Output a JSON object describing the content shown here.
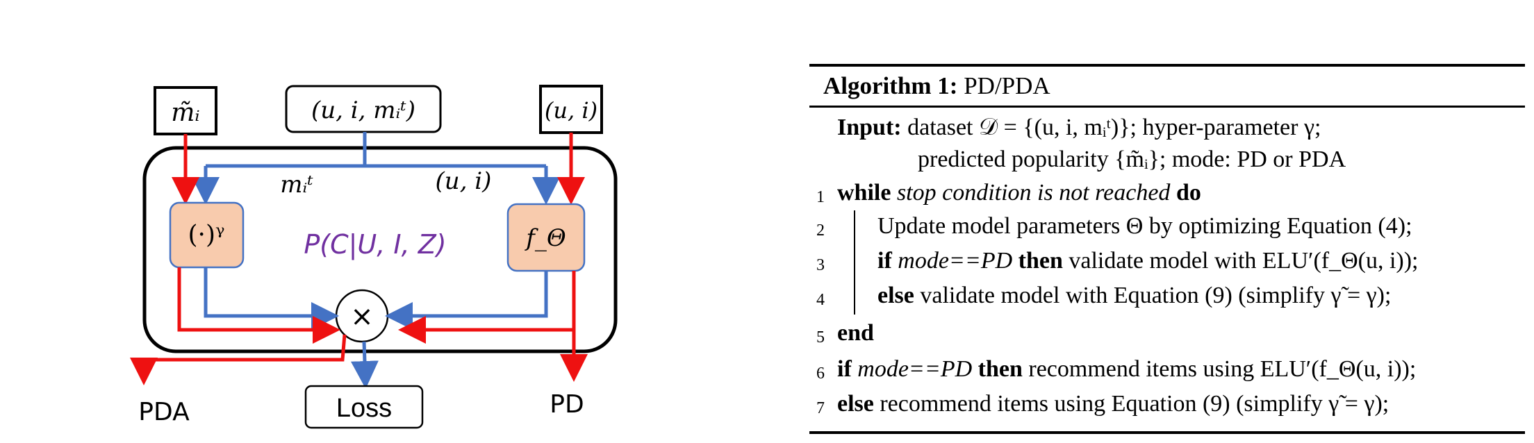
{
  "diagram": {
    "node_m_tilde": "m̃ᵢ",
    "node_input": "(u, i, mᵢᵗ)",
    "node_ui": "(u, i)",
    "label_mt": "mᵢᵗ",
    "label_ui": "(u, i)",
    "node_gamma": "(·)ᵞ",
    "node_f": "f_Θ",
    "center_label": "P(C|U, I, Z)",
    "multiply_symbol": "×",
    "out_pda": "PDA",
    "out_loss": "Loss",
    "out_pd": "PD",
    "colors": {
      "red": "#ee1111",
      "blue": "#4472c4",
      "node_fill": "#f8cbad",
      "purple": "#7030a0"
    }
  },
  "algorithm": {
    "title_kw": "Algorithm 1:",
    "title_text": "PD/PDA",
    "input_kw": "Input:",
    "input_line1": "dataset 𝒟 = {(u, i, mᵢᵗ)}; hyper-parameter γ;",
    "input_line2": "predicted popularity {m̃ᵢ}; mode: PD or PDA",
    "lines": [
      {
        "num": "1",
        "kw1": "while",
        "it1": "stop condition is not reached",
        "kw2": "do",
        "text": ""
      },
      {
        "num": "2",
        "text": "Update model parameters Θ by optimizing Equation (4);"
      },
      {
        "num": "3",
        "kw1": "if",
        "it1": "mode==PD",
        "kw2": "then",
        "text": "validate model with ELU′(f_Θ(u, i));"
      },
      {
        "num": "4",
        "kw1": "else",
        "text": "validate model with Equation (9) (simplify γ̃ = γ);"
      },
      {
        "num": "5",
        "kw1": "end"
      },
      {
        "num": "6",
        "kw1": "if",
        "it1": "mode==PD",
        "kw2": "then",
        "text": "recommend items using ELU′(f_Θ(u, i));"
      },
      {
        "num": "7",
        "kw1": "else",
        "text": "recommend items using Equation (9) (simplify γ̃ = γ);"
      }
    ]
  }
}
